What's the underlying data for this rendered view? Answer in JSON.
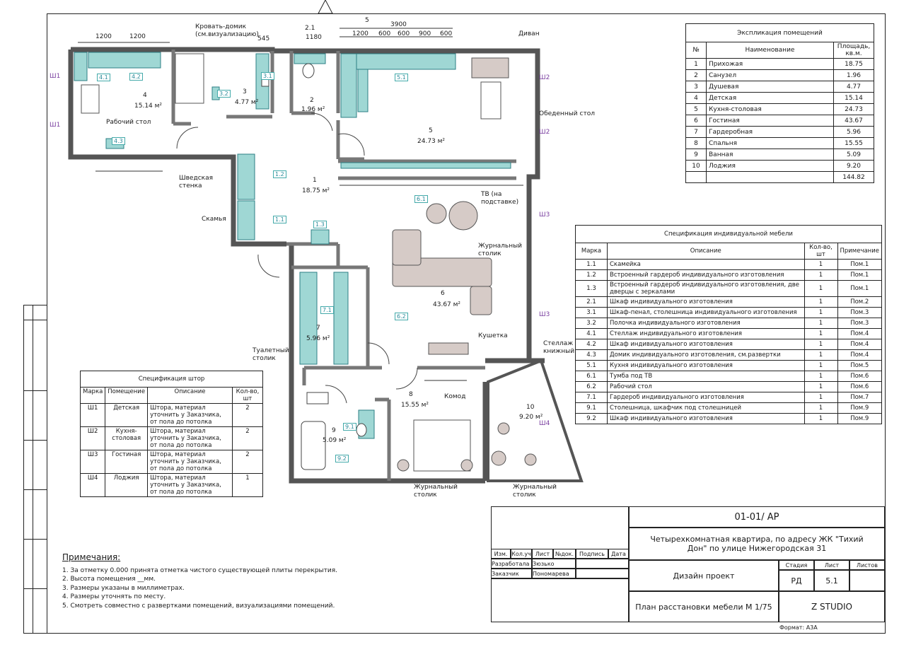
{
  "plan": {
    "dims_top": [
      "1200",
      "1200",
      "545",
      "2.1",
      "1180",
      "5",
      "3900",
      "1200",
      "600",
      "600",
      "900",
      "600"
    ],
    "rooms": [
      {
        "num": "1",
        "area": "18.75 м²"
      },
      {
        "num": "2",
        "area": "1.96 м²"
      },
      {
        "num": "3",
        "area": "4.77 м²"
      },
      {
        "num": "4",
        "area": "15.14 м²"
      },
      {
        "num": "5",
        "area": "24.73 м²"
      },
      {
        "num": "6",
        "area": "43.67 м²"
      },
      {
        "num": "7",
        "area": "5.96 м²"
      },
      {
        "num": "8",
        "area": "15.55 м²"
      },
      {
        "num": "9",
        "area": "5.09 м²"
      },
      {
        "num": "10",
        "area": "9.20 м²"
      }
    ],
    "callouts": {
      "bed_house": "Кровать-домик (см.визуализацию)",
      "desk": "Рабочий стол",
      "swedish_wall": "Шведская стенка",
      "bench": "Скамья",
      "sofa": "Диван",
      "dining_table": "Обеденный стол",
      "tv": "ТВ (на подставке)",
      "coffee_table": "Журнальный столик",
      "couch": "Кушетка",
      "dresser": "Комод",
      "bookshelf": "Стеллаж книжный",
      "vanity": "Туалетный столик",
      "coffee_table_2": "Журнальный столик",
      "coffee_table_3": "Журнальный столик"
    },
    "tags": [
      "4.1",
      "4.2",
      "4.3",
      "3.1",
      "3.2",
      "1.2",
      "1.1",
      "1.3",
      "5.1",
      "6.1",
      "6.2",
      "7.1",
      "9.1",
      "9.2"
    ],
    "windows": [
      "Ш1",
      "Ш1",
      "Ш2",
      "Ш2",
      "Ш3",
      "Ш3",
      "Ш4"
    ]
  },
  "explication": {
    "title": "Экспликация помещений",
    "headers": [
      "№",
      "Наименование",
      "Площадь, кв.м."
    ],
    "rows": [
      [
        "1",
        "Прихожая",
        "18.75"
      ],
      [
        "2",
        "Санузел",
        "1.96"
      ],
      [
        "3",
        "Душевая",
        "4.77"
      ],
      [
        "4",
        "Детская",
        "15.14"
      ],
      [
        "5",
        "Кухня-столовая",
        "24.73"
      ],
      [
        "6",
        "Гостиная",
        "43.67"
      ],
      [
        "7",
        "Гардеробная",
        "5.96"
      ],
      [
        "8",
        "Спальня",
        "15.55"
      ],
      [
        "9",
        "Ванная",
        "5.09"
      ],
      [
        "10",
        "Лоджия",
        "9.20"
      ]
    ],
    "total": "144.82"
  },
  "furniture_spec": {
    "title": "Спецификация индивидуальной мебели",
    "headers": [
      "Марка",
      "Описание",
      "Кол-во, шт",
      "Примечание"
    ],
    "rows": [
      [
        "1.1",
        "Скамейка",
        "1",
        "Пом.1"
      ],
      [
        "1.2",
        "Встроенный гардероб индивидуального изготовления",
        "1",
        "Пом.1"
      ],
      [
        "1.3",
        "Встроенный гардероб индивидуального изготовления, две дверцы с зеркалами",
        "1",
        "Пом.1"
      ],
      [
        "2.1",
        "Шкаф индивидуального изготовления",
        "1",
        "Пом.2"
      ],
      [
        "3.1",
        "Шкаф-пенал, столешница индивидуального изготовления",
        "1",
        "Пом.3"
      ],
      [
        "3.2",
        "Полочка индивидуального изготовления",
        "1",
        "Пом.3"
      ],
      [
        "4.1",
        "Стеллаж индивидуального изготовления",
        "1",
        "Пом.4"
      ],
      [
        "4.2",
        "Шкаф индивидуального изготовления",
        "1",
        "Пом.4"
      ],
      [
        "4.3",
        "Домик индивидуального изготовления, см.развертки",
        "1",
        "Пом.4"
      ],
      [
        "5.1",
        "Кухня индивидуального изготовления",
        "1",
        "Пом.5"
      ],
      [
        "6.1",
        "Тумба под ТВ",
        "1",
        "Пом.6"
      ],
      [
        "6.2",
        "Рабочий стол",
        "1",
        "Пом.6"
      ],
      [
        "7.1",
        "Гардероб индивидуального изготовления",
        "1",
        "Пом.7"
      ],
      [
        "9.1",
        "Столешница, шкафчик под столешницей",
        "1",
        "Пом.9"
      ],
      [
        "9.2",
        "Шкаф индивидуального изготовления",
        "1",
        "Пом.9"
      ]
    ]
  },
  "curtain_spec": {
    "title": "Спецификация штор",
    "headers": [
      "Марка",
      "Помещение",
      "Описание",
      "Кол-во, шт"
    ],
    "rows": [
      [
        "Ш1",
        "Детская",
        "Штора, материал уточнить у Заказчика, от пола до потолка",
        "2"
      ],
      [
        "Ш2",
        "Кухня-столовая",
        "Штора, материал уточнить у Заказчика, от пола до потолка",
        "2"
      ],
      [
        "Ш3",
        "Гостиная",
        "Штора, материал уточнить у Заказчика, от пола до потолка",
        "2"
      ],
      [
        "Ш4",
        "Лоджия",
        "Штора, материал уточнить у Заказчика, от пола до потолка",
        "1"
      ]
    ]
  },
  "notes": {
    "title": "Примечания:",
    "items": [
      "1.  За отметку 0.000 принята отметка чистого существующей плиты перекрытия.",
      "2.  Высота помещения __мм.",
      "3.  Размеры указаны в миллиметрах.",
      "4.  Размеры уточнять по месту.",
      "5.  Смотреть совместно с развертками помещений, визуализациями помещений."
    ]
  },
  "stamp": {
    "code": "01-01/ АР",
    "project": "Четырехкомнатная квартира, по адресу ЖК \"Тихий Дон\" по улице Нижегородская 31",
    "stage_type": "Дизайн проект",
    "sheet_name": "План расстановки мебели М 1/75",
    "studio": "Z STUDIO",
    "col_headers": [
      "Изм.",
      "Кол.уч",
      "Лист",
      "№док.",
      "Подпись",
      "Дата"
    ],
    "roles": [
      [
        "Разработала",
        "Зюзько"
      ],
      [
        "Заказчик",
        "Пономарева"
      ]
    ],
    "stage_label": "Стадия",
    "sheet_label": "Лист",
    "sheets_label": "Листов",
    "stage": "РД",
    "sheet": "5.1",
    "format": "Формат: А3А"
  }
}
